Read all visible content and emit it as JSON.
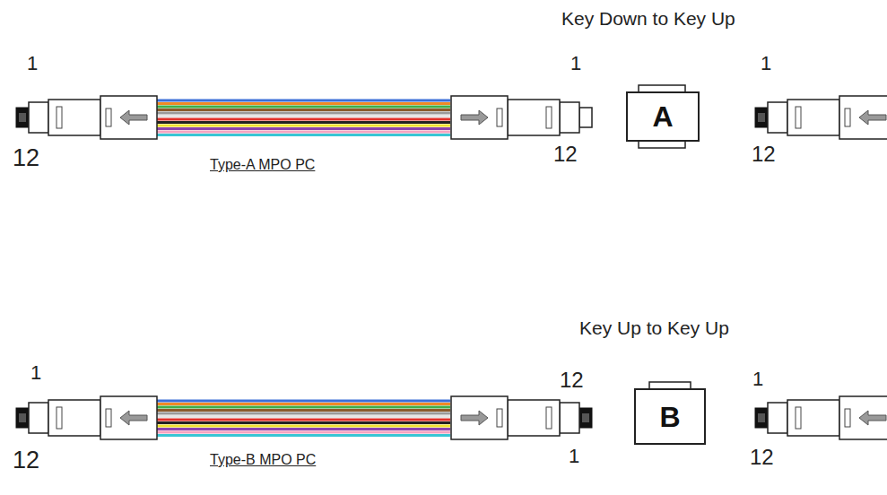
{
  "diagram": {
    "nodes": [
      {
        "text": [
          "A"
        ]
      },
      {
        "text": [
          "B"
        ]
      }
    ],
    "labels": [
      "Key Down to Key Up",
      "1",
      "12",
      "1",
      "12",
      "1",
      "12",
      "Type-A MPO PC",
      "Key Up to Key Up",
      "1",
      "12",
      "12",
      "1",
      "1",
      "12",
      "Type-B MPO PC"
    ]
  }
}
